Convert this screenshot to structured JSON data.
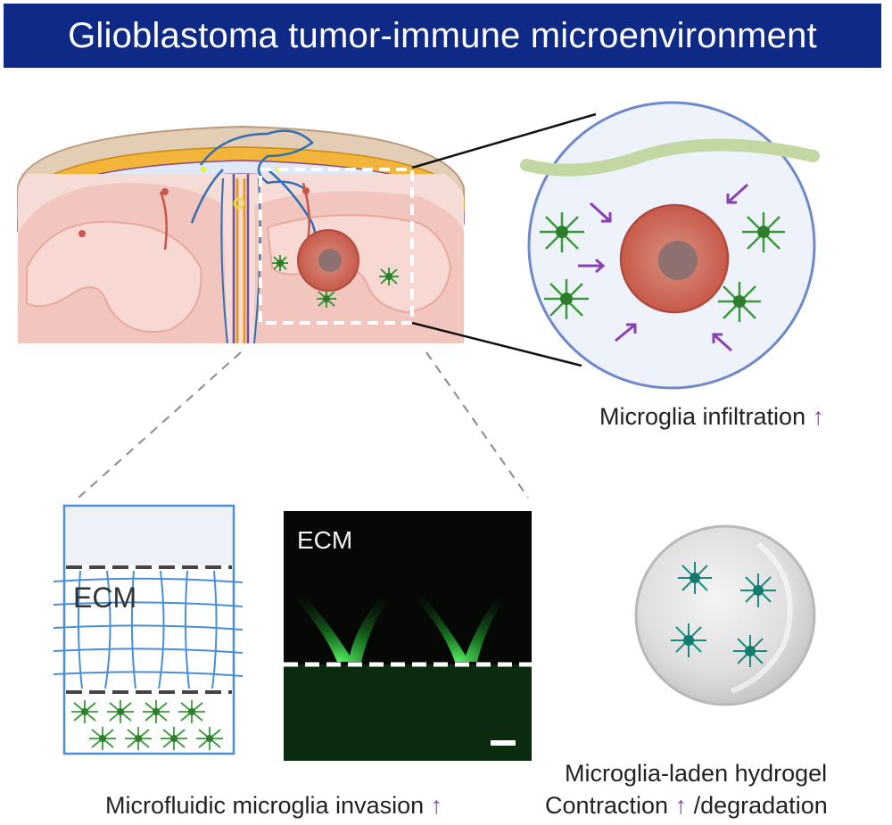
{
  "title": "Glioblastoma tumor-immune microenvironment",
  "labels": {
    "infiltration_text": "Microglia infiltration",
    "invasion_text": "Microfluidic microglia invasion",
    "hydrogel_line1": "Microglia-laden hydrogel",
    "hydrogel_line2_a": "Contraction",
    "hydrogel_line2_b": "/degradation",
    "up_arrow": "↑",
    "ecm_schematic": "ECM",
    "ecm_micrograph": "ECM"
  },
  "colors": {
    "title_bg": "#0f2a86",
    "arrow_purple": "#8a3fb3",
    "microglia_green": "#3a9a3a",
    "tumor_red": "#c8574a",
    "brain_pink": "#f4cfc8",
    "vessel_blue": "#2f6fb5"
  }
}
